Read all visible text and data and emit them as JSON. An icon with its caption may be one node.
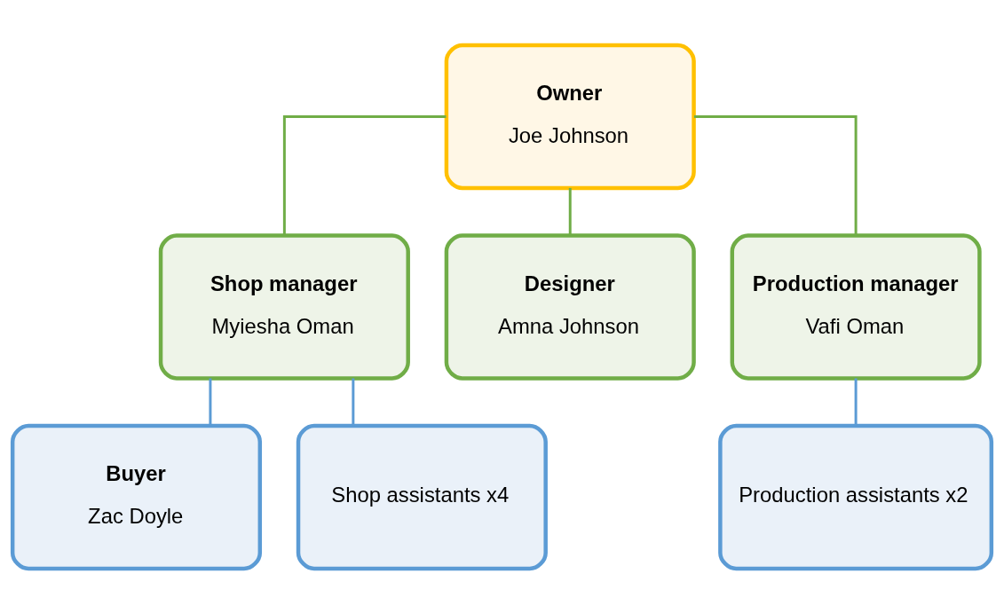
{
  "diagram": {
    "nodes": [
      {
        "text": [
          "Owner",
          "Joe Johnson"
        ]
      },
      {
        "text": [
          "Shop manager",
          "Myiesha Oman"
        ]
      },
      {
        "text": [
          "Designer",
          "Amna Johnson"
        ]
      },
      {
        "text": [
          "Production manager",
          "Vafi Oman"
        ]
      },
      {
        "text": [
          "Buyer",
          "Zac Doyle"
        ]
      },
      {
        "text": [
          "Shop assistants x4"
        ]
      },
      {
        "text": [
          "Production assistants x2"
        ]
      }
    ],
    "edges": [
      {
        "from": 0,
        "to": 1,
        "arrow": "none",
        "color": "#70ad47"
      },
      {
        "from": 0,
        "to": 2,
        "arrow": "none",
        "color": "#70ad47"
      },
      {
        "from": 0,
        "to": 3,
        "arrow": "none",
        "color": "#70ad47"
      },
      {
        "from": 1,
        "to": 4,
        "arrow": "none",
        "color": "#5b9bd5"
      },
      {
        "from": 1,
        "to": 5,
        "arrow": "none",
        "color": "#5b9bd5"
      },
      {
        "from": 3,
        "to": 6,
        "arrow": "none",
        "color": "#5b9bd5"
      }
    ]
  }
}
